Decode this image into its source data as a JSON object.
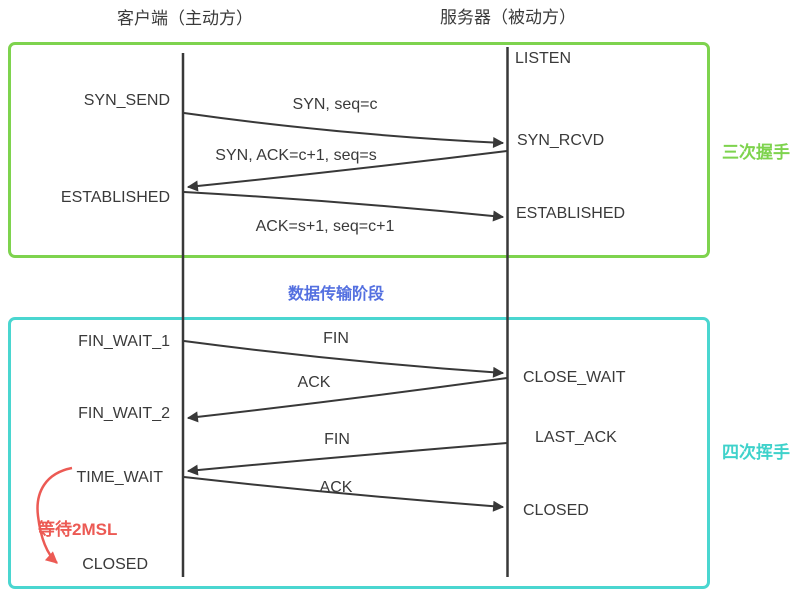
{
  "diagram": {
    "type": "sequence-diagram",
    "title_client": "客户端（主动方）",
    "title_server": "服务器（被动方）",
    "client_states": [
      {
        "label": "SYN_SEND"
      },
      {
        "label": "ESTABLISHED"
      },
      {
        "label": "FIN_WAIT_1"
      },
      {
        "label": "FIN_WAIT_2"
      },
      {
        "label": "TIME_WAIT"
      },
      {
        "label": "CLOSED"
      }
    ],
    "server_states": [
      {
        "label": "LISTEN"
      },
      {
        "label": "SYN_RCVD"
      },
      {
        "label": "ESTABLISHED"
      },
      {
        "label": "CLOSE_WAIT"
      },
      {
        "label": "LAST_ACK"
      },
      {
        "label": "CLOSED"
      }
    ],
    "messages": [
      {
        "label": "SYN, seq=c",
        "from": "client",
        "to": "server"
      },
      {
        "label": "SYN, ACK=c+1, seq=s",
        "from": "server",
        "to": "client"
      },
      {
        "label": "ACK=s+1, seq=c+1",
        "from": "client",
        "to": "server"
      },
      {
        "label": "FIN",
        "from": "client",
        "to": "server"
      },
      {
        "label": "ACK",
        "from": "server",
        "to": "client"
      },
      {
        "label": "FIN",
        "from": "server",
        "to": "client"
      },
      {
        "label": "ACK",
        "from": "client",
        "to": "server"
      }
    ],
    "phase_handshake": "三次握手",
    "phase_data": "数据传输阶段",
    "phase_wave": "四次挥手",
    "wait_note": "等待2MSL",
    "colors": {
      "handshake_green": "#7ED34E",
      "wave_cyan": "#4AD6D0",
      "data_blue": "#5470E0",
      "note_red": "#EC5A54",
      "line_dark": "#383838"
    }
  }
}
